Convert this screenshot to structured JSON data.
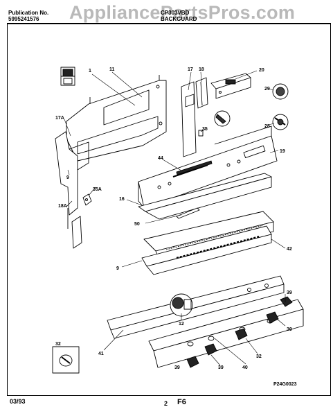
{
  "header": {
    "publication_label": "Publication No.",
    "publication_number": "5995241576",
    "model": "CP303VBD",
    "section_title": "BACKGUARD",
    "watermark": "AppliancePartsPros.com"
  },
  "part_labels": {
    "p1": "1",
    "p11": "11",
    "p17": "17",
    "p18": "18",
    "p20": "20",
    "p29": "29",
    "p28": "28",
    "p17A": "17A",
    "p35": "35",
    "p19": "19",
    "p44": "44",
    "p9a": "9",
    "p35A": "35A",
    "p16": "16",
    "p18A": "18A",
    "p50": "50",
    "p42": "42",
    "p9b": "9",
    "p39a": "39",
    "p12": "12",
    "p39b": "39",
    "p41": "41",
    "p32a": "32",
    "p40": "40",
    "p39c": "39",
    "p39d": "39",
    "p32b": "32",
    "p36": "36"
  },
  "diagram_code": "P24G0023",
  "footer": {
    "date": "03/93",
    "page": "2",
    "section_code": "F6"
  }
}
